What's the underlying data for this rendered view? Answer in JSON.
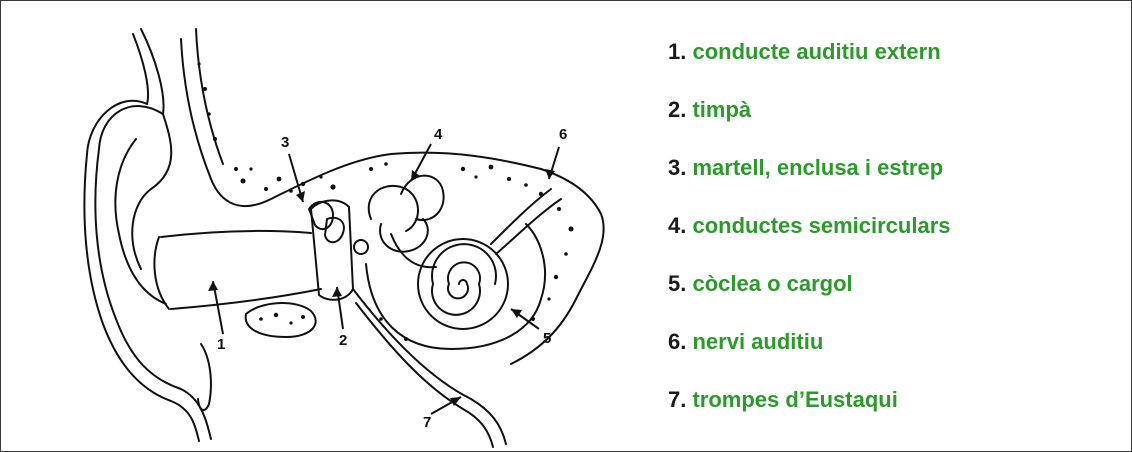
{
  "diagram": {
    "markers": [
      "1",
      "2",
      "3",
      "4",
      "5",
      "6",
      "7"
    ]
  },
  "legend": {
    "items": [
      {
        "num": "1.",
        "label": "conducte auditiu extern"
      },
      {
        "num": "2.",
        "label": "timpà"
      },
      {
        "num": "3.",
        "label": "martell, enclusa i estrep"
      },
      {
        "num": "4.",
        "label": "conductes semicirculars"
      },
      {
        "num": "5.",
        "label": "còclea o cargol"
      },
      {
        "num": "6.",
        "label": "nervi auditiu"
      },
      {
        "num": "7.",
        "label": "trompes d’Eustaqui"
      }
    ]
  },
  "colors": {
    "label": "#2a9a2a",
    "number": "#1a1a1a",
    "frame": "#3a3a3a"
  }
}
